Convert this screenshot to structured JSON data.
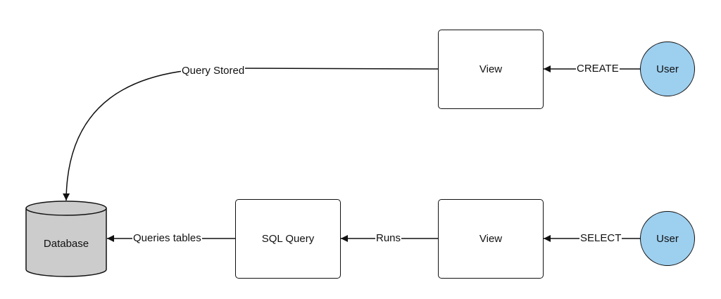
{
  "nodes": {
    "view_top": "View",
    "user_top": "User",
    "database": "Database",
    "sql_query": "SQL Query",
    "view_bottom": "View",
    "user_bottom": "User"
  },
  "edges": {
    "create": "CREATE",
    "query_stored": "Query Stored",
    "select": "SELECT",
    "runs": "Runs",
    "queries_tables": "Queries tables"
  },
  "colors": {
    "user_fill": "#9dcfef",
    "database_fill": "#cccccc",
    "stroke": "#111111"
  }
}
